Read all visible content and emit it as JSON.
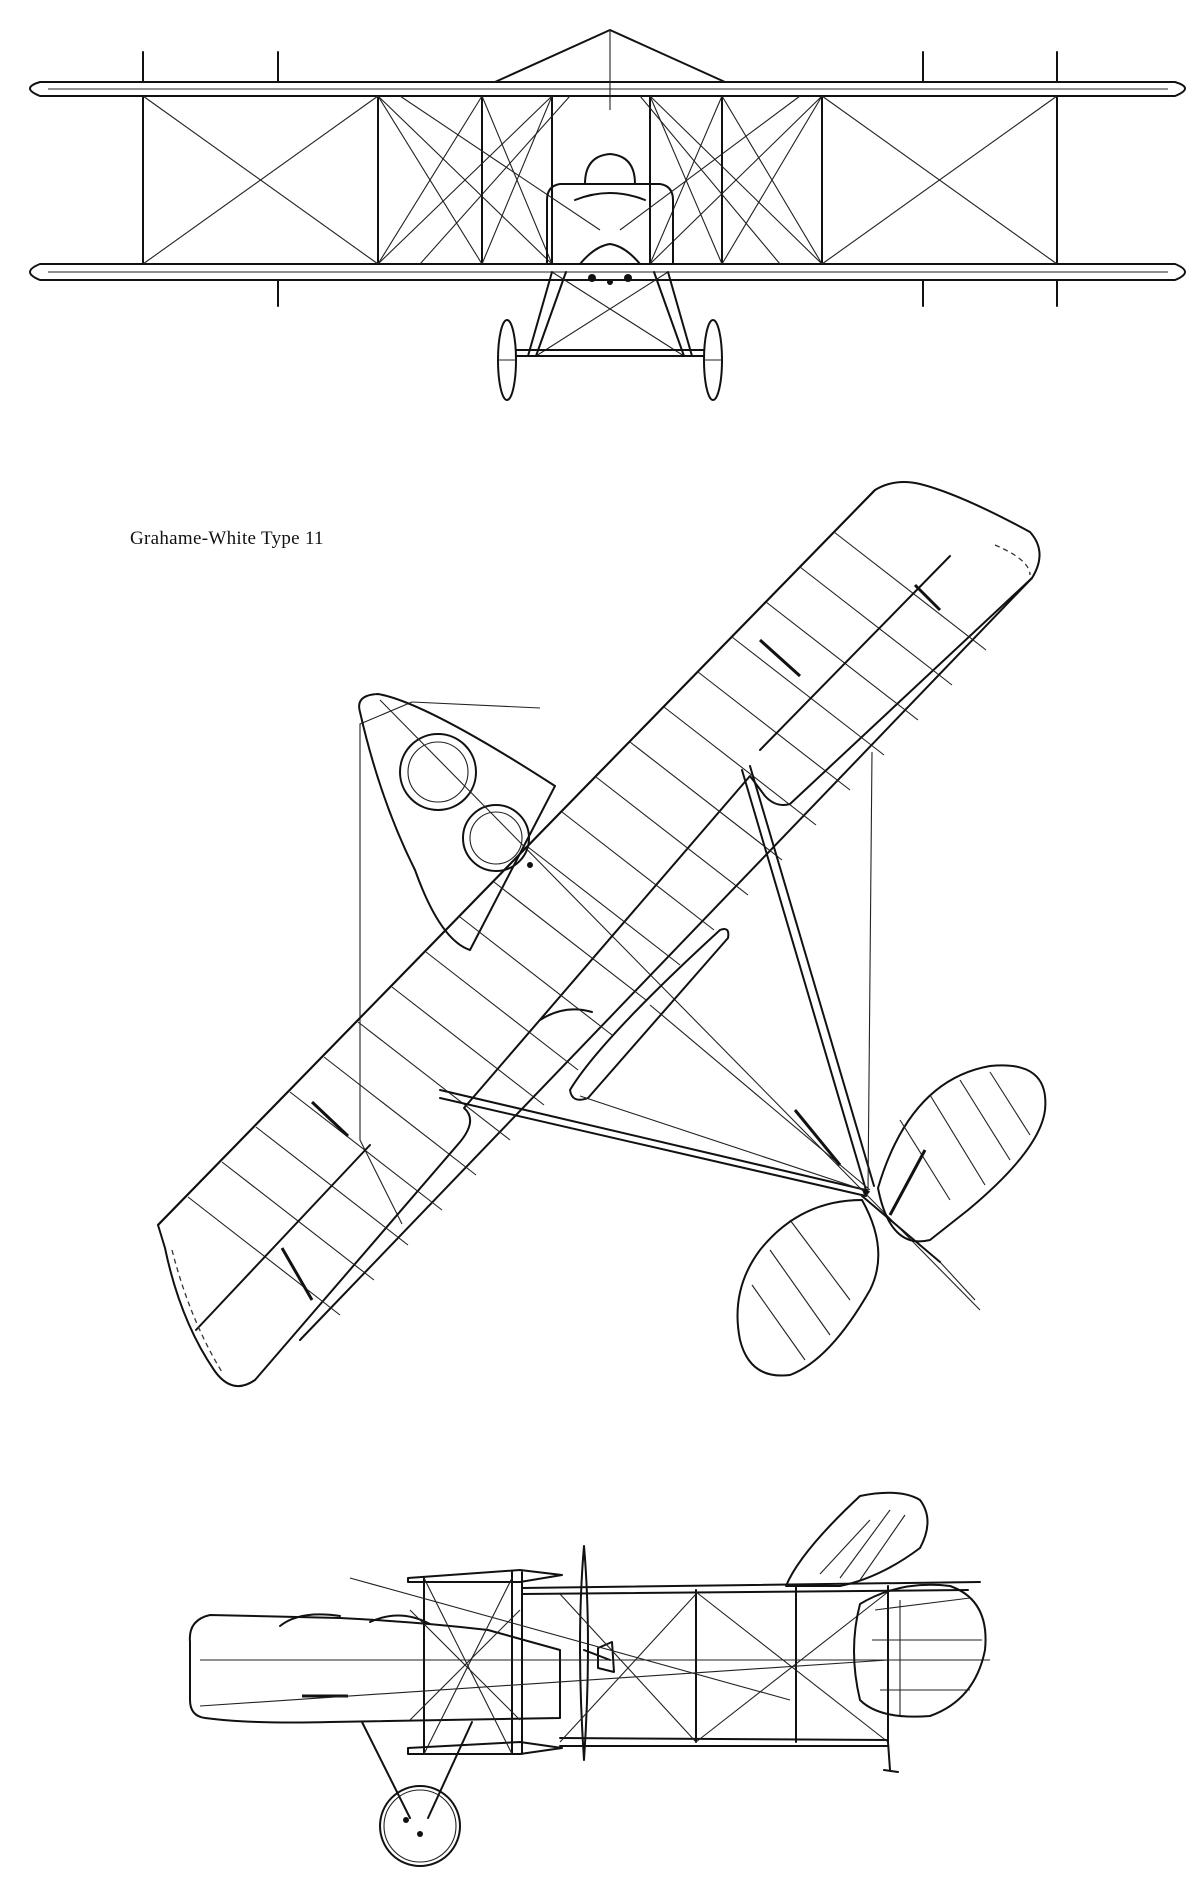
{
  "drawing": {
    "caption": "Grahame-White Type 11"
  },
  "views": [
    "front-view",
    "plan-view",
    "side-view"
  ]
}
